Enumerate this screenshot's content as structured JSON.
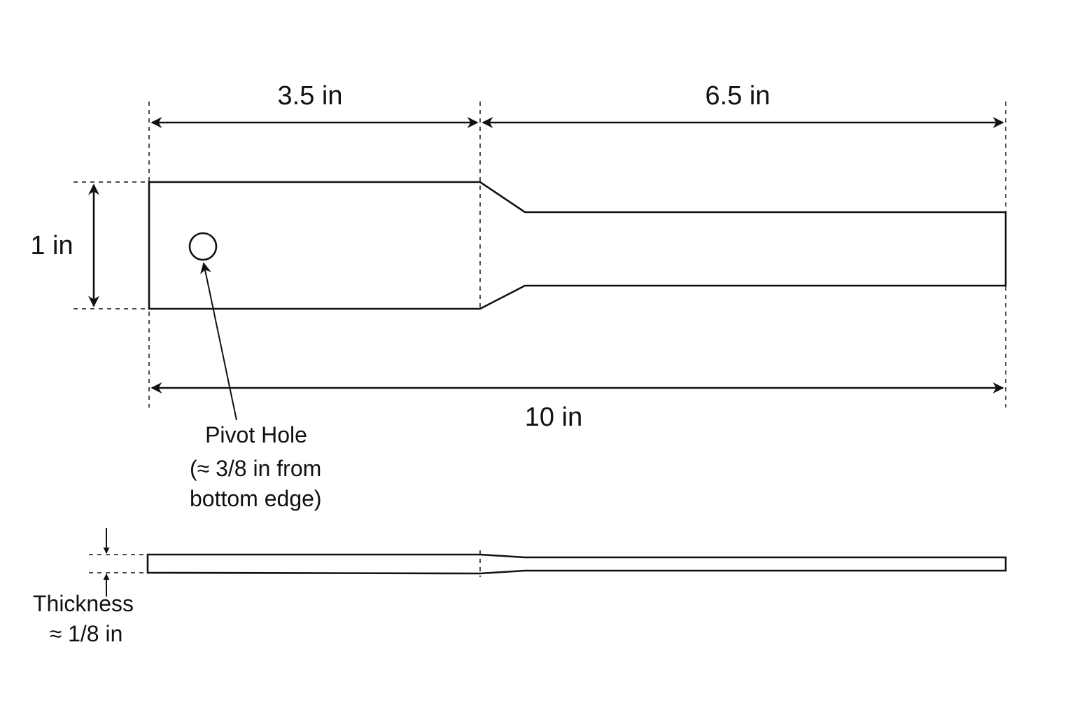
{
  "dimensions": {
    "short_length": "3.5 in",
    "long_length": "6.5 in",
    "total_length": "10 in",
    "width": "1 in"
  },
  "pivot_note": {
    "title": "Pivot Hole",
    "line1": "(≈ 3/8 in from",
    "line2": "bottom edge)"
  },
  "thickness_note": {
    "line1": "Thickness",
    "line2": "≈ 1/8 in"
  }
}
